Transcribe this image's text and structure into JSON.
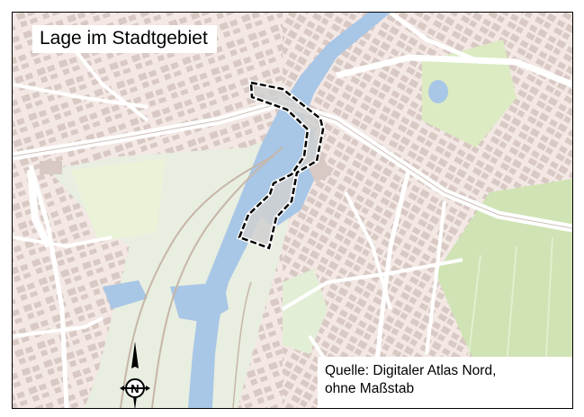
{
  "map": {
    "title": "Lage im Stadtgebiet",
    "source_line1": "Quelle: Digitaler Atlas Nord,",
    "source_line2": "ohne Maßstab",
    "north_letter": "N",
    "icons": [
      "north-arrow-icon"
    ],
    "colors": {
      "urban": "#f3e8e4",
      "building": "#d8c9c4",
      "road": "#ffffff",
      "water": "#a8c6e6",
      "park": "#dcebc2",
      "meadow": "#cfe3b4",
      "rail_zone": "#e8eee0",
      "site_fill": "#d0d0d0",
      "outline": "#000000"
    }
  }
}
